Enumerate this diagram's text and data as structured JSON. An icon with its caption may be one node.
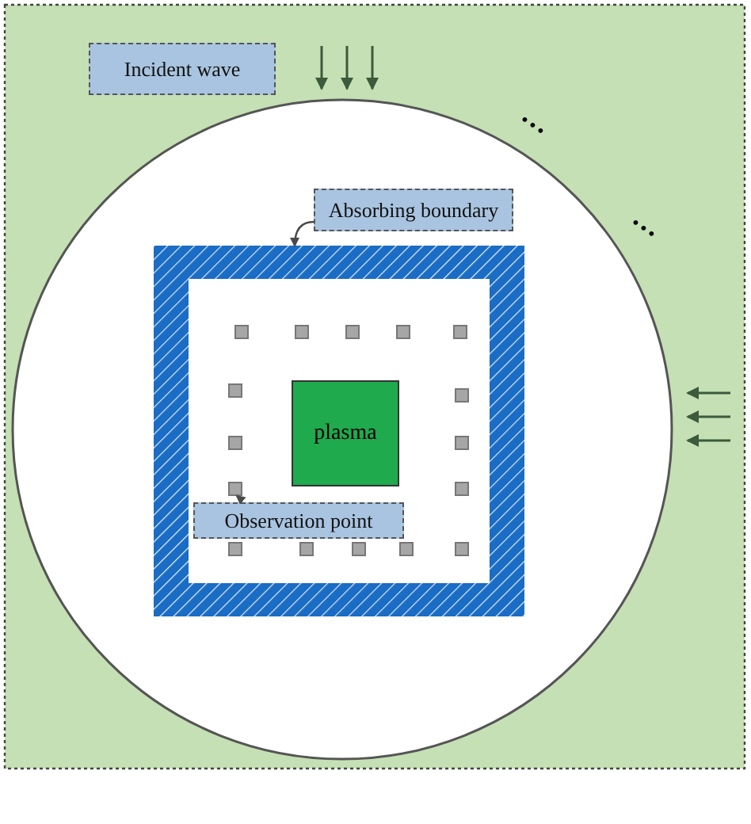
{
  "diagram": {
    "nodes": [
      {
        "text": [
          "Incident wave"
        ]
      },
      {
        "text": [
          "Absorbing boundary"
        ]
      },
      {
        "text": [],
        "shape": "box"
      },
      {
        "text": [
          "plasma"
        ],
        "in": 2
      },
      {
        "text": [
          "Observation point"
        ],
        "in": 2
      },
      {
        "text": [],
        "shape": "box",
        "in": 2
      }
    ],
    "edges": [
      {
        "from": 1,
        "to": 2,
        "arrow": "to"
      },
      {
        "from": 4,
        "to": 5,
        "arrow": "to"
      }
    ],
    "labels": [
      "…",
      "…"
    ]
  }
}
